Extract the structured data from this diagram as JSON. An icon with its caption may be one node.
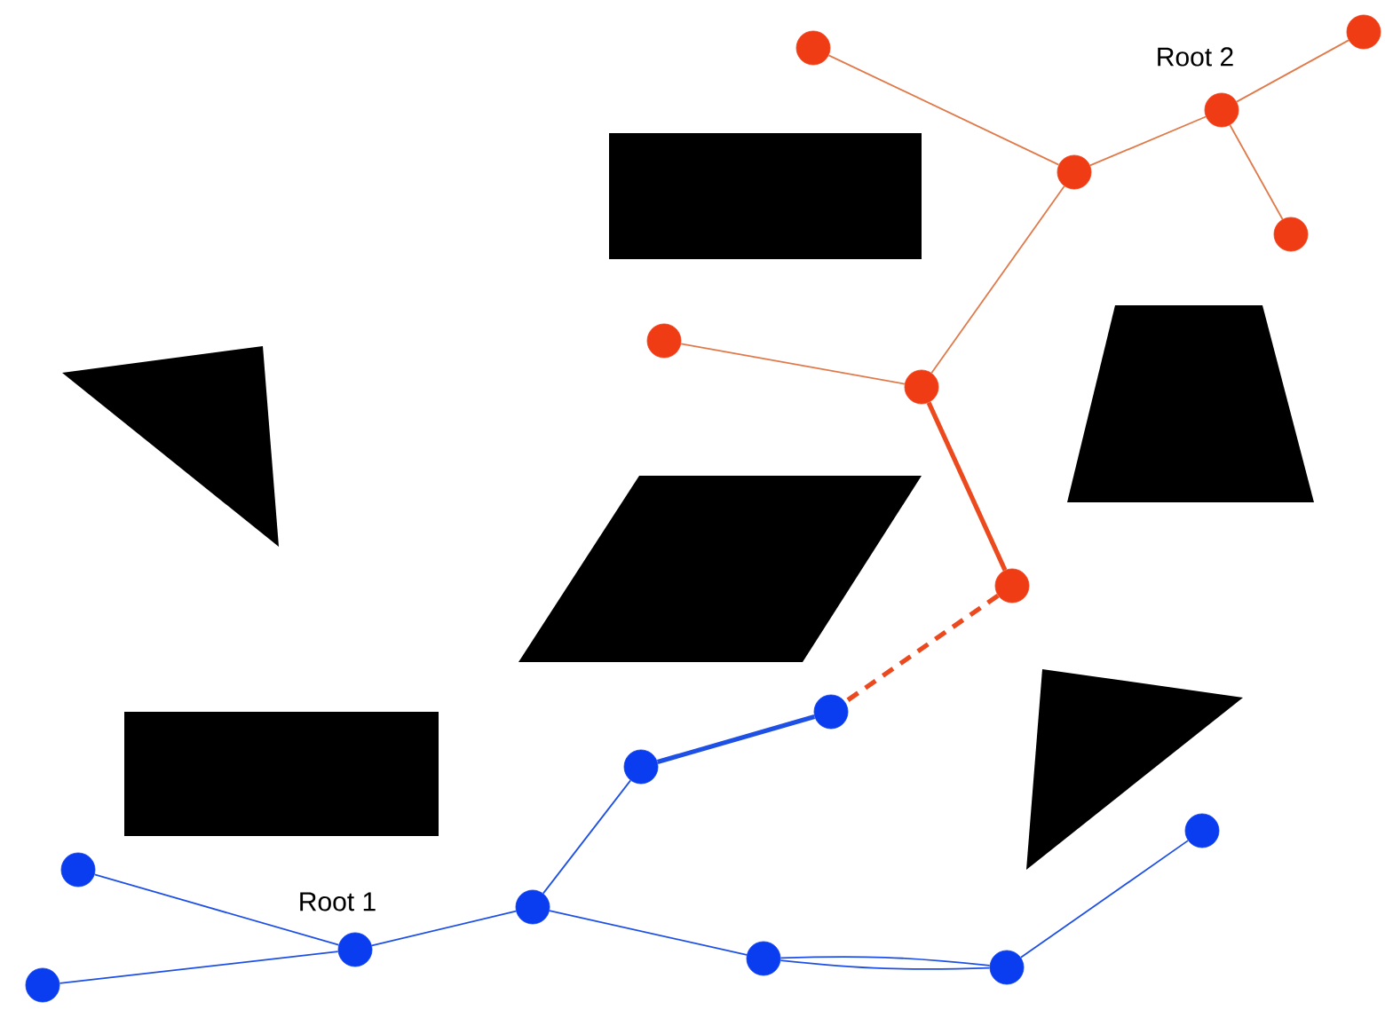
{
  "diagram": {
    "nodes": [
      {
        "text": [],
        "shape": "circle"
      },
      {
        "text": [],
        "shape": "circle"
      },
      {
        "text": [],
        "shape": "circle",
        "beside": [
          "Root 2"
        ]
      },
      {
        "text": [],
        "shape": "circle"
      },
      {
        "text": [],
        "shape": "circle"
      },
      {
        "text": [],
        "shape": "circle"
      },
      {
        "text": [],
        "shape": "circle"
      },
      {
        "text": [],
        "shape": "circle"
      },
      {
        "text": [],
        "shape": "circle"
      },
      {
        "text": [],
        "shape": "circle"
      },
      {
        "text": [],
        "shape": "circle"
      },
      {
        "text": [],
        "shape": "circle"
      },
      {
        "text": [],
        "shape": "circle"
      },
      {
        "text": [],
        "shape": "circle",
        "beside": [
          "Root 1"
        ]
      },
      {
        "text": [],
        "shape": "circle"
      },
      {
        "text": [],
        "shape": "circle"
      },
      {
        "text": [],
        "shape": "circle"
      }
    ],
    "edges": [
      {
        "from": 13,
        "to": 11,
        "arrow": "none"
      },
      {
        "from": 13,
        "to": 16,
        "arrow": "none"
      },
      {
        "from": 13,
        "to": 12,
        "arrow": "none"
      },
      {
        "from": 12,
        "to": 9,
        "arrow": "none"
      },
      {
        "from": 9,
        "to": 8,
        "arrow": "none",
        "style": "thick"
      },
      {
        "from": 12,
        "to": 14,
        "arrow": "none"
      },
      {
        "from": 14,
        "to": 15,
        "arrow": "none"
      },
      {
        "from": 14,
        "to": 15,
        "arrow": "none"
      },
      {
        "from": 15,
        "to": 10,
        "arrow": "none"
      },
      {
        "from": 2,
        "to": 0,
        "arrow": "none",
        "color": "#e07a4a"
      },
      {
        "from": 2,
        "to": 4,
        "arrow": "none",
        "color": "#e07a4a"
      },
      {
        "from": 2,
        "to": 3,
        "arrow": "none",
        "color": "#e07a4a"
      },
      {
        "from": 3,
        "to": 1,
        "arrow": "none",
        "color": "#e07a4a"
      },
      {
        "from": 3,
        "to": 6,
        "arrow": "none",
        "color": "#e07a4a"
      },
      {
        "from": 6,
        "to": 5,
        "arrow": "none",
        "color": "#e07a4a"
      },
      {
        "from": 6,
        "to": 7,
        "arrow": "none",
        "style": "thick",
        "color": "#ec4a1e"
      },
      {
        "from": 7,
        "to": 8,
        "arrow": "none",
        "style": "dashed",
        "color": "#ec4a1e"
      }
    ]
  }
}
